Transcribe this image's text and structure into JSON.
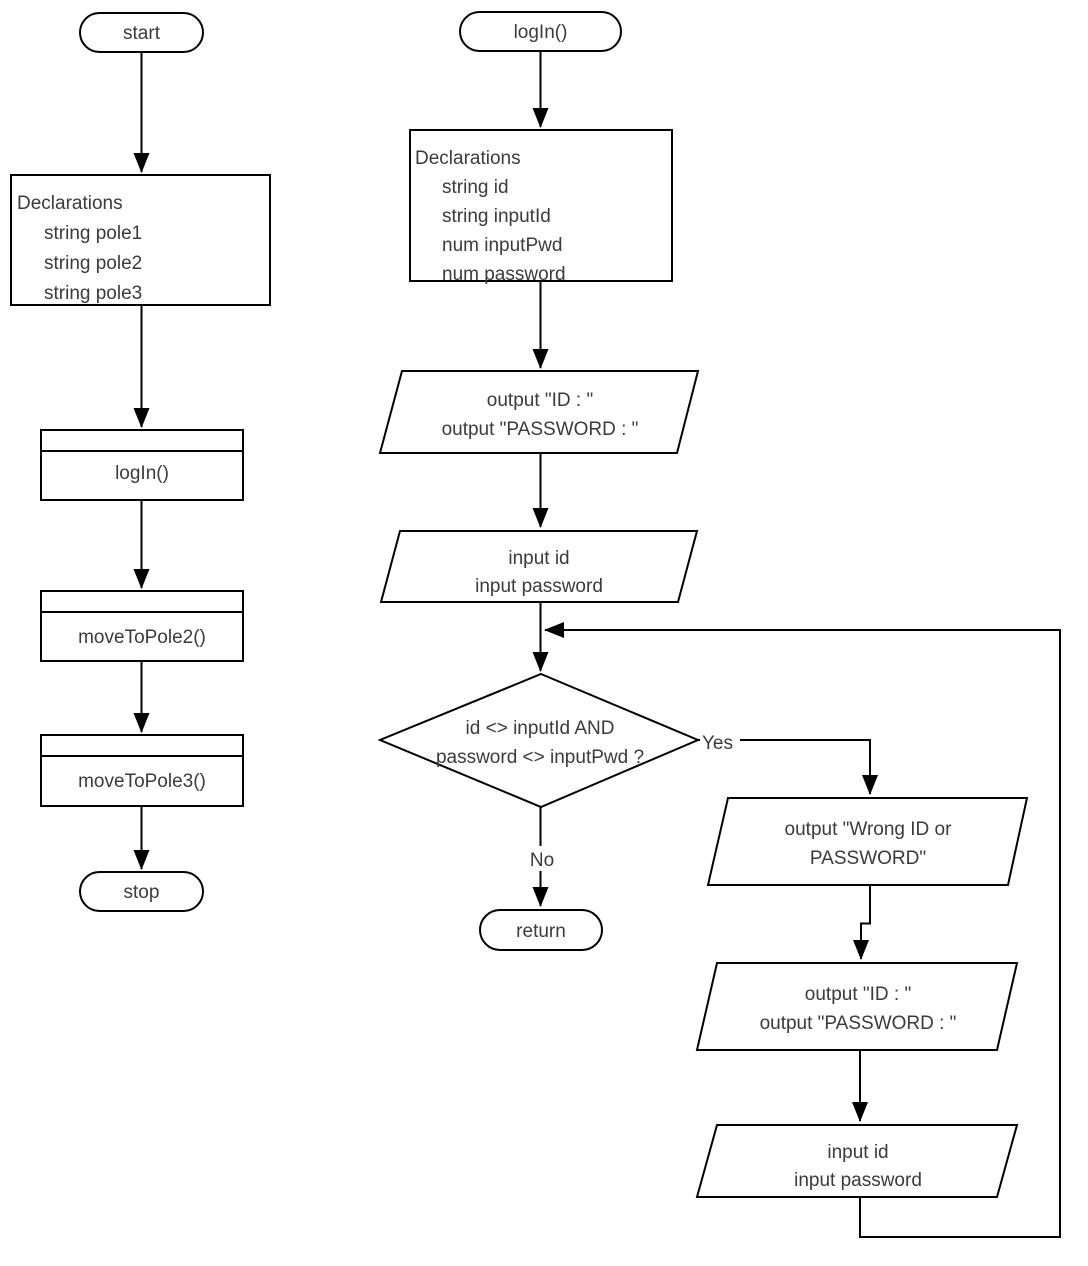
{
  "colors": {
    "background": "#ffffff",
    "line": "#000000",
    "text": "#3b3b3b"
  },
  "main_flow": {
    "start_label": "start",
    "declarations": {
      "title": "Declarations",
      "vars": [
        "string pole1",
        "string pole2",
        "string pole3"
      ]
    },
    "calls": {
      "login": "logIn()",
      "move_to_pole2": "moveToPole2()",
      "move_to_pole3": "moveToPole3()"
    },
    "stop_label": "stop"
  },
  "login_flow": {
    "title": "logIn()",
    "declarations": {
      "title": "Declarations",
      "vars": [
        "string id",
        "string inputId",
        "num inputPwd",
        "num password"
      ]
    },
    "output_prompt": {
      "line1": "output \"ID : \"",
      "line2": "output \"PASSWORD : \""
    },
    "input_credentials": {
      "line1": "input id",
      "line2": "input password"
    },
    "decision": {
      "line1": "id <> inputId AND",
      "line2": "password <> inputPwd ?",
      "yes_label": "Yes",
      "no_label": "No"
    },
    "output_wrong": {
      "line1": "output \"Wrong ID or",
      "line2": "PASSWORD\""
    },
    "retry_prompt": {
      "line1": "output \"ID : \"",
      "line2": "output \"PASSWORD : \""
    },
    "retry_input": {
      "line1": "input id",
      "line2": "input password"
    },
    "return_label": "return"
  }
}
